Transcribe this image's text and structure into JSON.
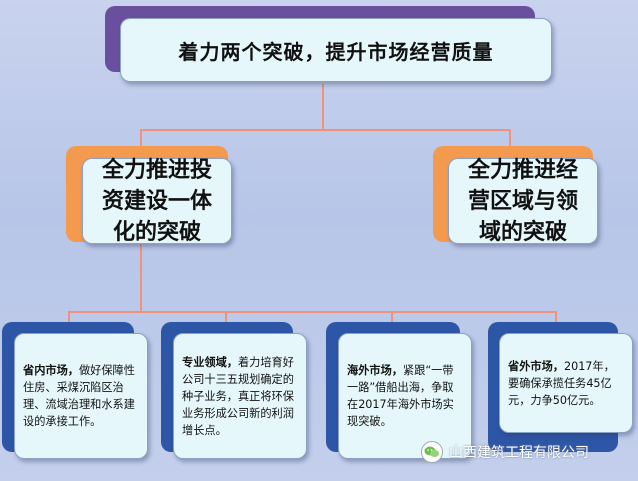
{
  "root": {
    "title": "着力两个突破，提升市场经营质量"
  },
  "branches": [
    {
      "label": "全力推进投\n资建设一体\n化的突破"
    },
    {
      "label": "全力推进经\n营区域与领\n域的突破"
    }
  ],
  "leaves": [
    {
      "title": "省内市场，",
      "body": "做好保障性住房、采煤沉陷区治理、流域治理和水系建设的承接工作。"
    },
    {
      "title": "专业领域，",
      "body": "着力培育好公司十三五规划确定的种子业务，真正将环保业务形成公司新的利润增长点。"
    },
    {
      "title": "海外市场，",
      "body": "紧跟“一带一路”借船出海，争取在2017年海外市场实现突破。"
    },
    {
      "title": "省外市场，",
      "body": "2017年，要确保承揽任务45亿元，力争50亿元。"
    }
  ],
  "watermark": {
    "text": "山西建筑工程有限公司",
    "icon": "wechat-icon"
  },
  "colors": {
    "connector": "#f2927a",
    "root_accent": "#6a4f9e",
    "branch_accent": "#f49a4e",
    "leaf_accent": "#2e56a6",
    "box_fill": "#e6f7fb"
  }
}
